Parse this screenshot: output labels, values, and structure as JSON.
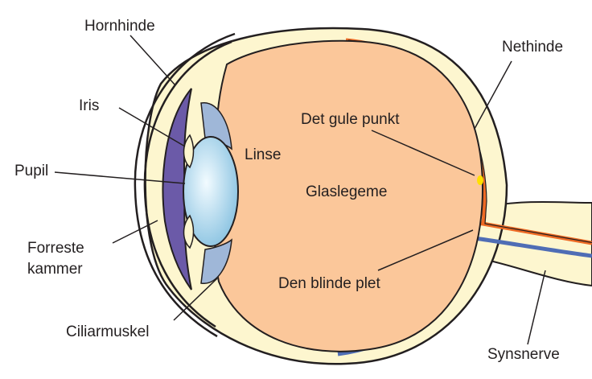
{
  "diagram": {
    "labels": {
      "cornea": "Hornhinde",
      "retina": "Nethinde",
      "iris": "Iris",
      "macula": "Det gule punkt",
      "pupil": "Pupil",
      "lens": "Linse",
      "vitreous": "Glaslegeme",
      "anterior_chamber_line1": "Forreste",
      "anterior_chamber_line2": "kammer",
      "blind_spot": "Den blinde plet",
      "ciliary_muscle": "Ciliarmuskel",
      "optic_nerve": "Synsnerve"
    },
    "colors": {
      "vitreous": "#fbc79a",
      "sclera": "#fdf6cf",
      "retina": "#ee6a24",
      "choroid_vessel": "#4f6db5",
      "iris": "#6b5aa8",
      "lens_center": "#f2fbff",
      "lens_edge": "#8cc4e2",
      "ciliary": "#9fb7d8",
      "macula": "#ffe000",
      "outline": "#231f20"
    }
  }
}
